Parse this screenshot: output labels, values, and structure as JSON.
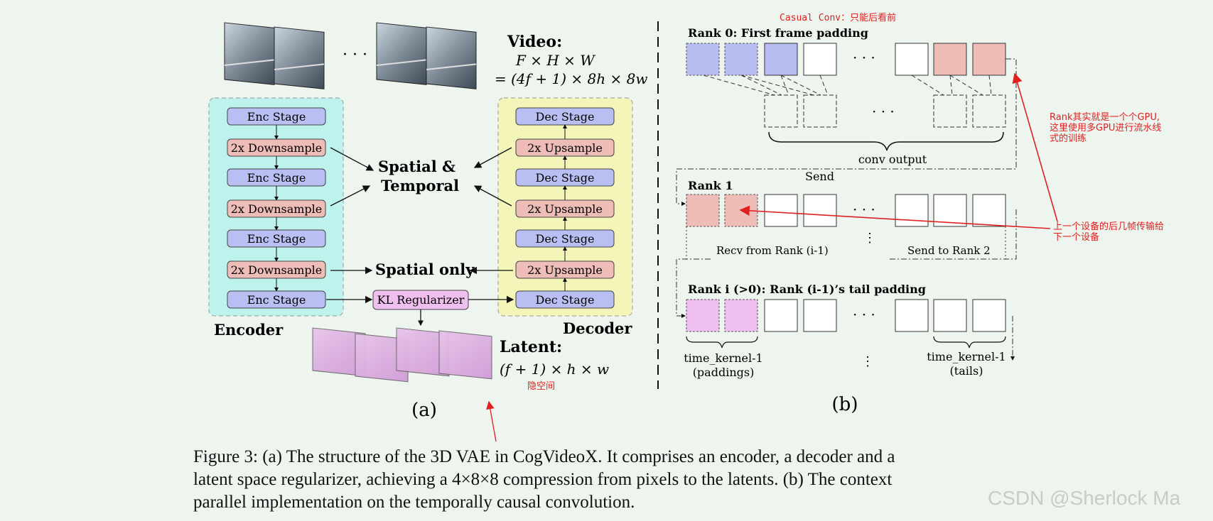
{
  "panel_a": {
    "video_label": "Video:",
    "video_formula_1": "F × H × W",
    "video_formula_2": "= (4f + 1) × 8h × 8w",
    "ellipsis": "· · ·",
    "encoder_stages": [
      "Enc Stage",
      "2x Downsample",
      "Enc Stage",
      "2x Downsample",
      "Enc Stage",
      "2x Downsample",
      "Enc Stage"
    ],
    "decoder_stages": [
      "Dec Stage",
      "2x Upsample",
      "Dec Stage",
      "2x Upsample",
      "Dec Stage",
      "2x Upsample",
      "Dec Stage"
    ],
    "spatial_temporal_1": "Spatial  &",
    "spatial_temporal_2": "Temporal",
    "spatial_only": "Spatial only",
    "kl": "KL Regularizer",
    "encoder": "Encoder",
    "decoder": "Decoder",
    "latent_label": "Latent:",
    "latent_formula": "(f + 1) × h × w",
    "latent_note": "隐空间",
    "panel_label": "(a)"
  },
  "panel_b": {
    "top_note": "Casual Conv：只能后看前",
    "rank0": "Rank 0: First frame padding",
    "conv_output": "conv output",
    "send": "Send",
    "rank1": "Rank 1",
    "recv": "Recv from Rank (i-1)",
    "send_to": "Send to Rank 2",
    "ranki": "Rank i (>0): Rank (i-1)’s tail padding",
    "time_kernel_left_1": "time_kernel-1",
    "time_kernel_left_2": "(paddings)",
    "time_kernel_right_1": "time_kernel-1",
    "time_kernel_right_2": "(tails)",
    "ellipsis": "· · ·",
    "note_gpu": [
      "Rank其实就是一个个GPU,",
      "这里使用多GPU进行流水线",
      "式的训练"
    ],
    "note_transfer": [
      "上一个设备的后几帧传输给",
      "下一个设备"
    ],
    "panel_label": "(b)"
  },
  "caption": [
    "Figure 3: (a) The structure of the 3D VAE in CogVideoX. It comprises an encoder, a decoder and a",
    "latent space regularizer, achieving a 4×8×8 compression from pixels to the latents. (b) The context",
    "parallel implementation on the temporally causal convolution."
  ],
  "watermark": "CSDN @Sherlock  Ma",
  "colors": {
    "background": "#eef4ee",
    "enc_stage": "#b9bff2",
    "sample": "#efbdb8",
    "encoder_bg": "#bdf3ec",
    "decoder_bg": "#f4f5b8",
    "kl": "#efc0ef",
    "rank_pad_blue": "#b8bdf2",
    "rank_pad_red": "#efbdb8",
    "rank_pad_pink": "#efc0ef",
    "annotation_red": "#e02020"
  }
}
